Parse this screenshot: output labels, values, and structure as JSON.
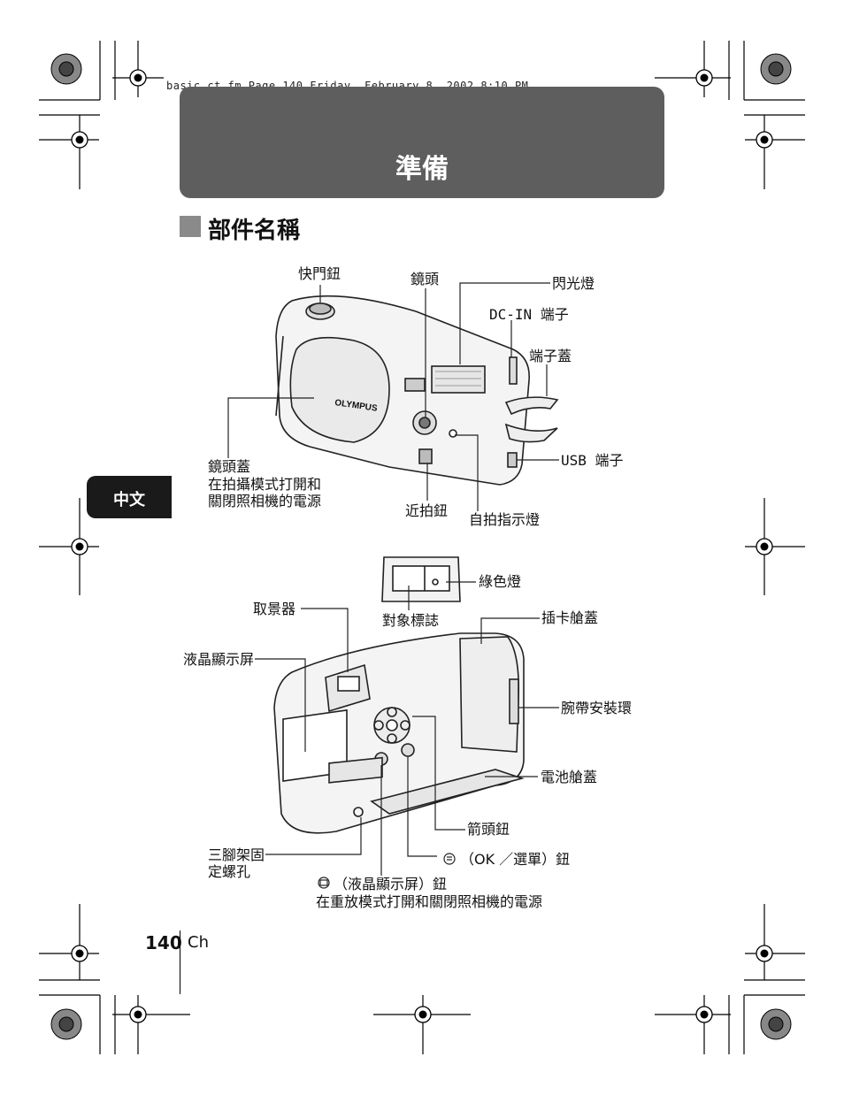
{
  "header": {
    "file_line": "basic_ct.fm  Page 140  Friday, February 8, 2002  8:10 PM"
  },
  "banner": {
    "title": "準備"
  },
  "section": {
    "title": "部件名稱"
  },
  "side_tab": {
    "label": "中文"
  },
  "front_view": {
    "labels": {
      "shutter_button": "快門鈕",
      "lens": "鏡頭",
      "flash": "閃光燈",
      "dc_in": "DC-IN 端子",
      "connector_cover": "端子蓋",
      "usb": "USB 端子",
      "lens_barrier_title": "鏡頭蓋",
      "lens_barrier_desc_1": "在拍攝模式打開和",
      "lens_barrier_desc_2": "關閉照相機的電源",
      "closeup_button": "近拍鈕",
      "self_timer_lamp": "自拍指示燈",
      "brand": "OLYMPUS"
    }
  },
  "viewfinder_detail": {
    "labels": {
      "green_lamp": "綠色燈",
      "target_mark": "對象標誌"
    }
  },
  "back_view": {
    "labels": {
      "viewfinder": "取景器",
      "lcd": "液晶顯示屏",
      "card_cover": "插卡艙蓋",
      "strap_eyelet": "腕帶安裝環",
      "battery_cover": "電池艙蓋",
      "arrow_pad": "箭頭鈕",
      "ok_button": "（OK ／選單）鈕",
      "tripod_1": "三腳架固",
      "tripod_2": "定螺孔",
      "monitor_button": "（液晶顯示屏）鈕",
      "monitor_desc": "在重放模式打開和關閉照相機的電源"
    }
  },
  "footer": {
    "page_number": "140",
    "language": "Ch"
  }
}
